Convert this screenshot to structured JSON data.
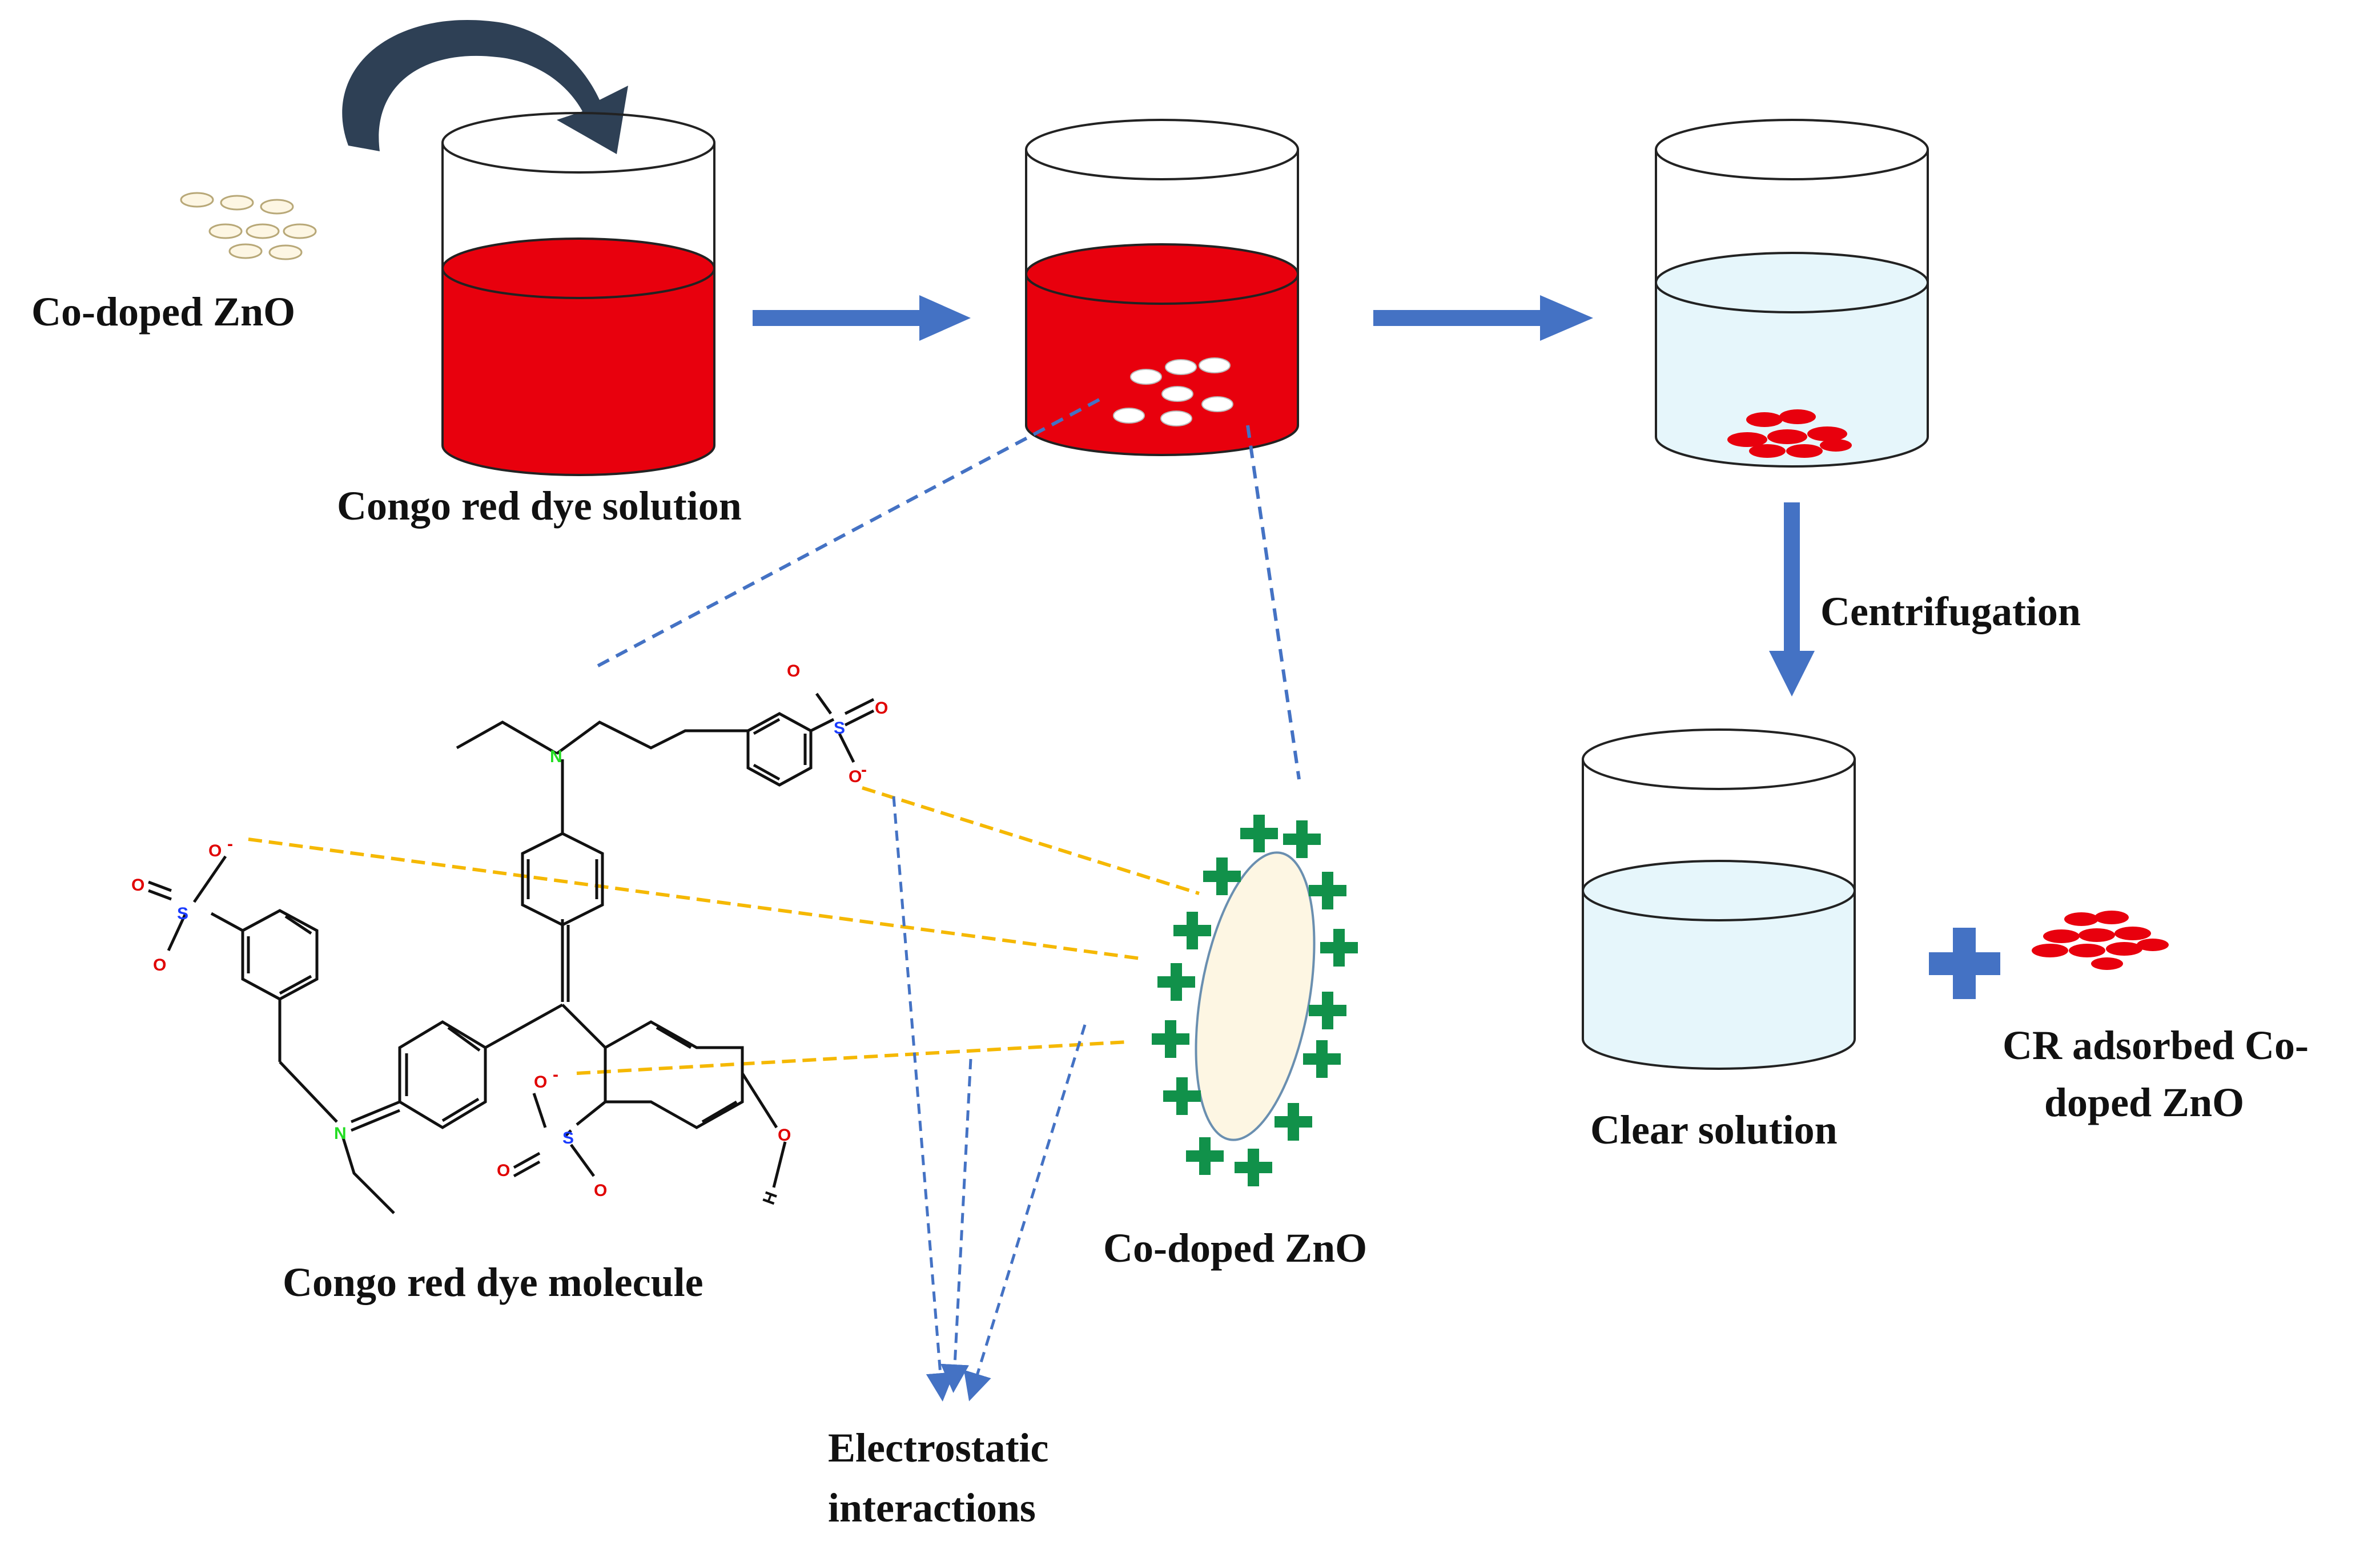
{
  "labels": {
    "codoped_top": "Co-doped ZnO",
    "congo_solution": "Congo red dye solution",
    "centrifugation": "Centrifugation",
    "clear_solution": "Clear solution",
    "cr_adsorbed_line1": "CR adsorbed Co-",
    "cr_adsorbed_line2": "doped ZnO",
    "dye_molecule": "Congo red dye molecule",
    "codoped_particle": "Co-doped ZnO",
    "electrostatic_line1": "Electrostatic",
    "electrostatic_line2": "interactions"
  },
  "atoms": {
    "oxygen": "O",
    "sulfur": "S",
    "nitrogen": "N",
    "hydrogen": "H",
    "negative": "-"
  },
  "colors": {
    "dye_red": "#e8000d",
    "beaker_outline": "#3a3a3a",
    "arrow_blue": "#4472c4",
    "curved_arrow": "#2e4055",
    "clear_water": "#e6f6fb",
    "particle_fill": "#fdf6e3",
    "plus_green": "#11914a",
    "interaction_yellow": "#f5b800",
    "dash_blue": "#4472c4",
    "oxygen_red": "#e00000",
    "sulfur_blue": "#1a3cff",
    "nitrogen_green": "#22dd22"
  },
  "icons": [
    "beaker-icon",
    "curved-arrow-icon",
    "plus-icon",
    "particle-icon"
  ]
}
